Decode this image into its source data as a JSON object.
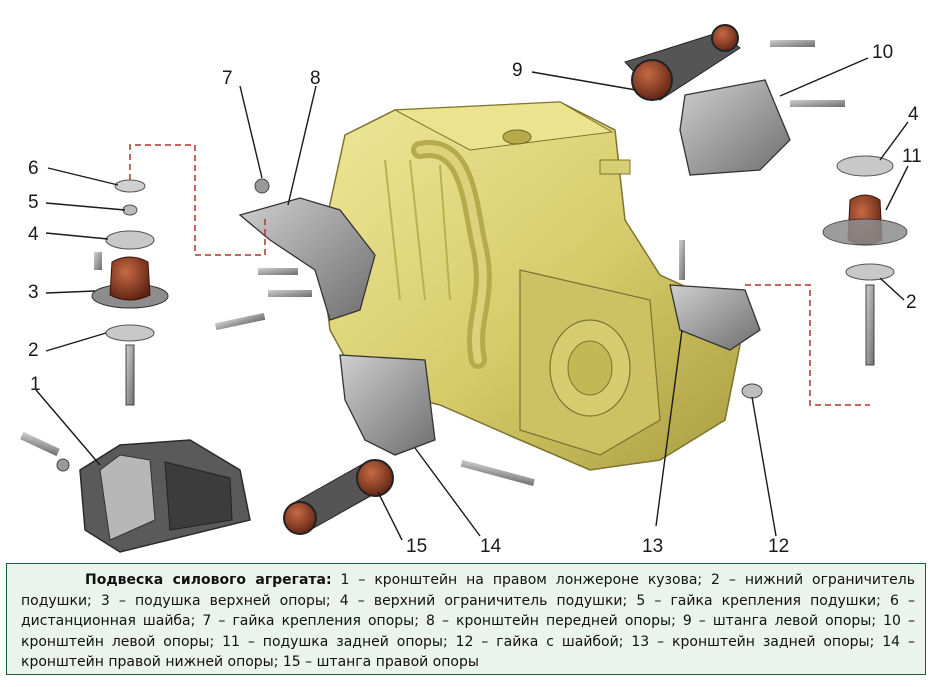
{
  "callouts": [
    "1",
    "2",
    "3",
    "4",
    "5",
    "6",
    "7",
    "8",
    "9",
    "10",
    "11",
    "12",
    "13",
    "14",
    "15"
  ],
  "colors": {
    "engine": "#d9cf72",
    "engine_shadow": "#a69a3e",
    "bracket": "#8f8f8f",
    "rubber": "#8a3a22",
    "caption_bg": "#eaf3ec",
    "caption_border": "#1a5e3a"
  },
  "caption": {
    "title": "Подвеска силового агрегата:",
    "text": " 1 – кронштейн на правом лонжероне кузова; 2 – нижний ограничитель подушки; 3 – подушка верхней опоры; 4 – верхний ограничитель подушки; 5 – гайка крепления подушки; 6 – дистанционная шайба; 7 – гайка крепления опоры; 8 – кронштейн передней опоры; 9 – штанга левой опоры; 10 – кронштейн левой опоры; 11 – подушка задней опоры; 12 – гайка с шайбой; 13 – кронштейн задней опоры; 14 – кронштейн правой нижней опоры; 15 – штанга правой опоры"
  }
}
